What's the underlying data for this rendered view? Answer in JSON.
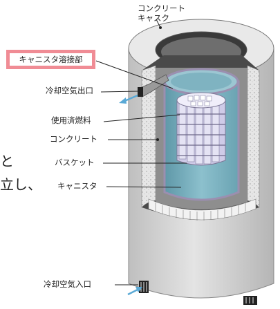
{
  "labels": {
    "concrete_cask": [
      "コンクリート",
      "キャスク"
    ],
    "canister_weld": "キャニスタ溶接部",
    "cooling_air_outlet": "冷却空気出口",
    "spent_fuel": "使用済燃料",
    "concrete": "コンクリート",
    "basket": "バスケット",
    "canister": "キャニスタ",
    "cooling_air_inlet": "冷却空気入口"
  },
  "background_text": {
    "line1": "と",
    "line2": "立し、"
  },
  "colors": {
    "concrete": "#d4d4d4",
    "concrete_dark": "#a9a9a9",
    "canister": "#7fb3c1",
    "canister_dark": "#5f98a8",
    "canister_edge": "#9b8fb0",
    "fuel": "#d9d6ef",
    "highlight_box": "#f08c95",
    "arrow": "#5aa9d6"
  }
}
